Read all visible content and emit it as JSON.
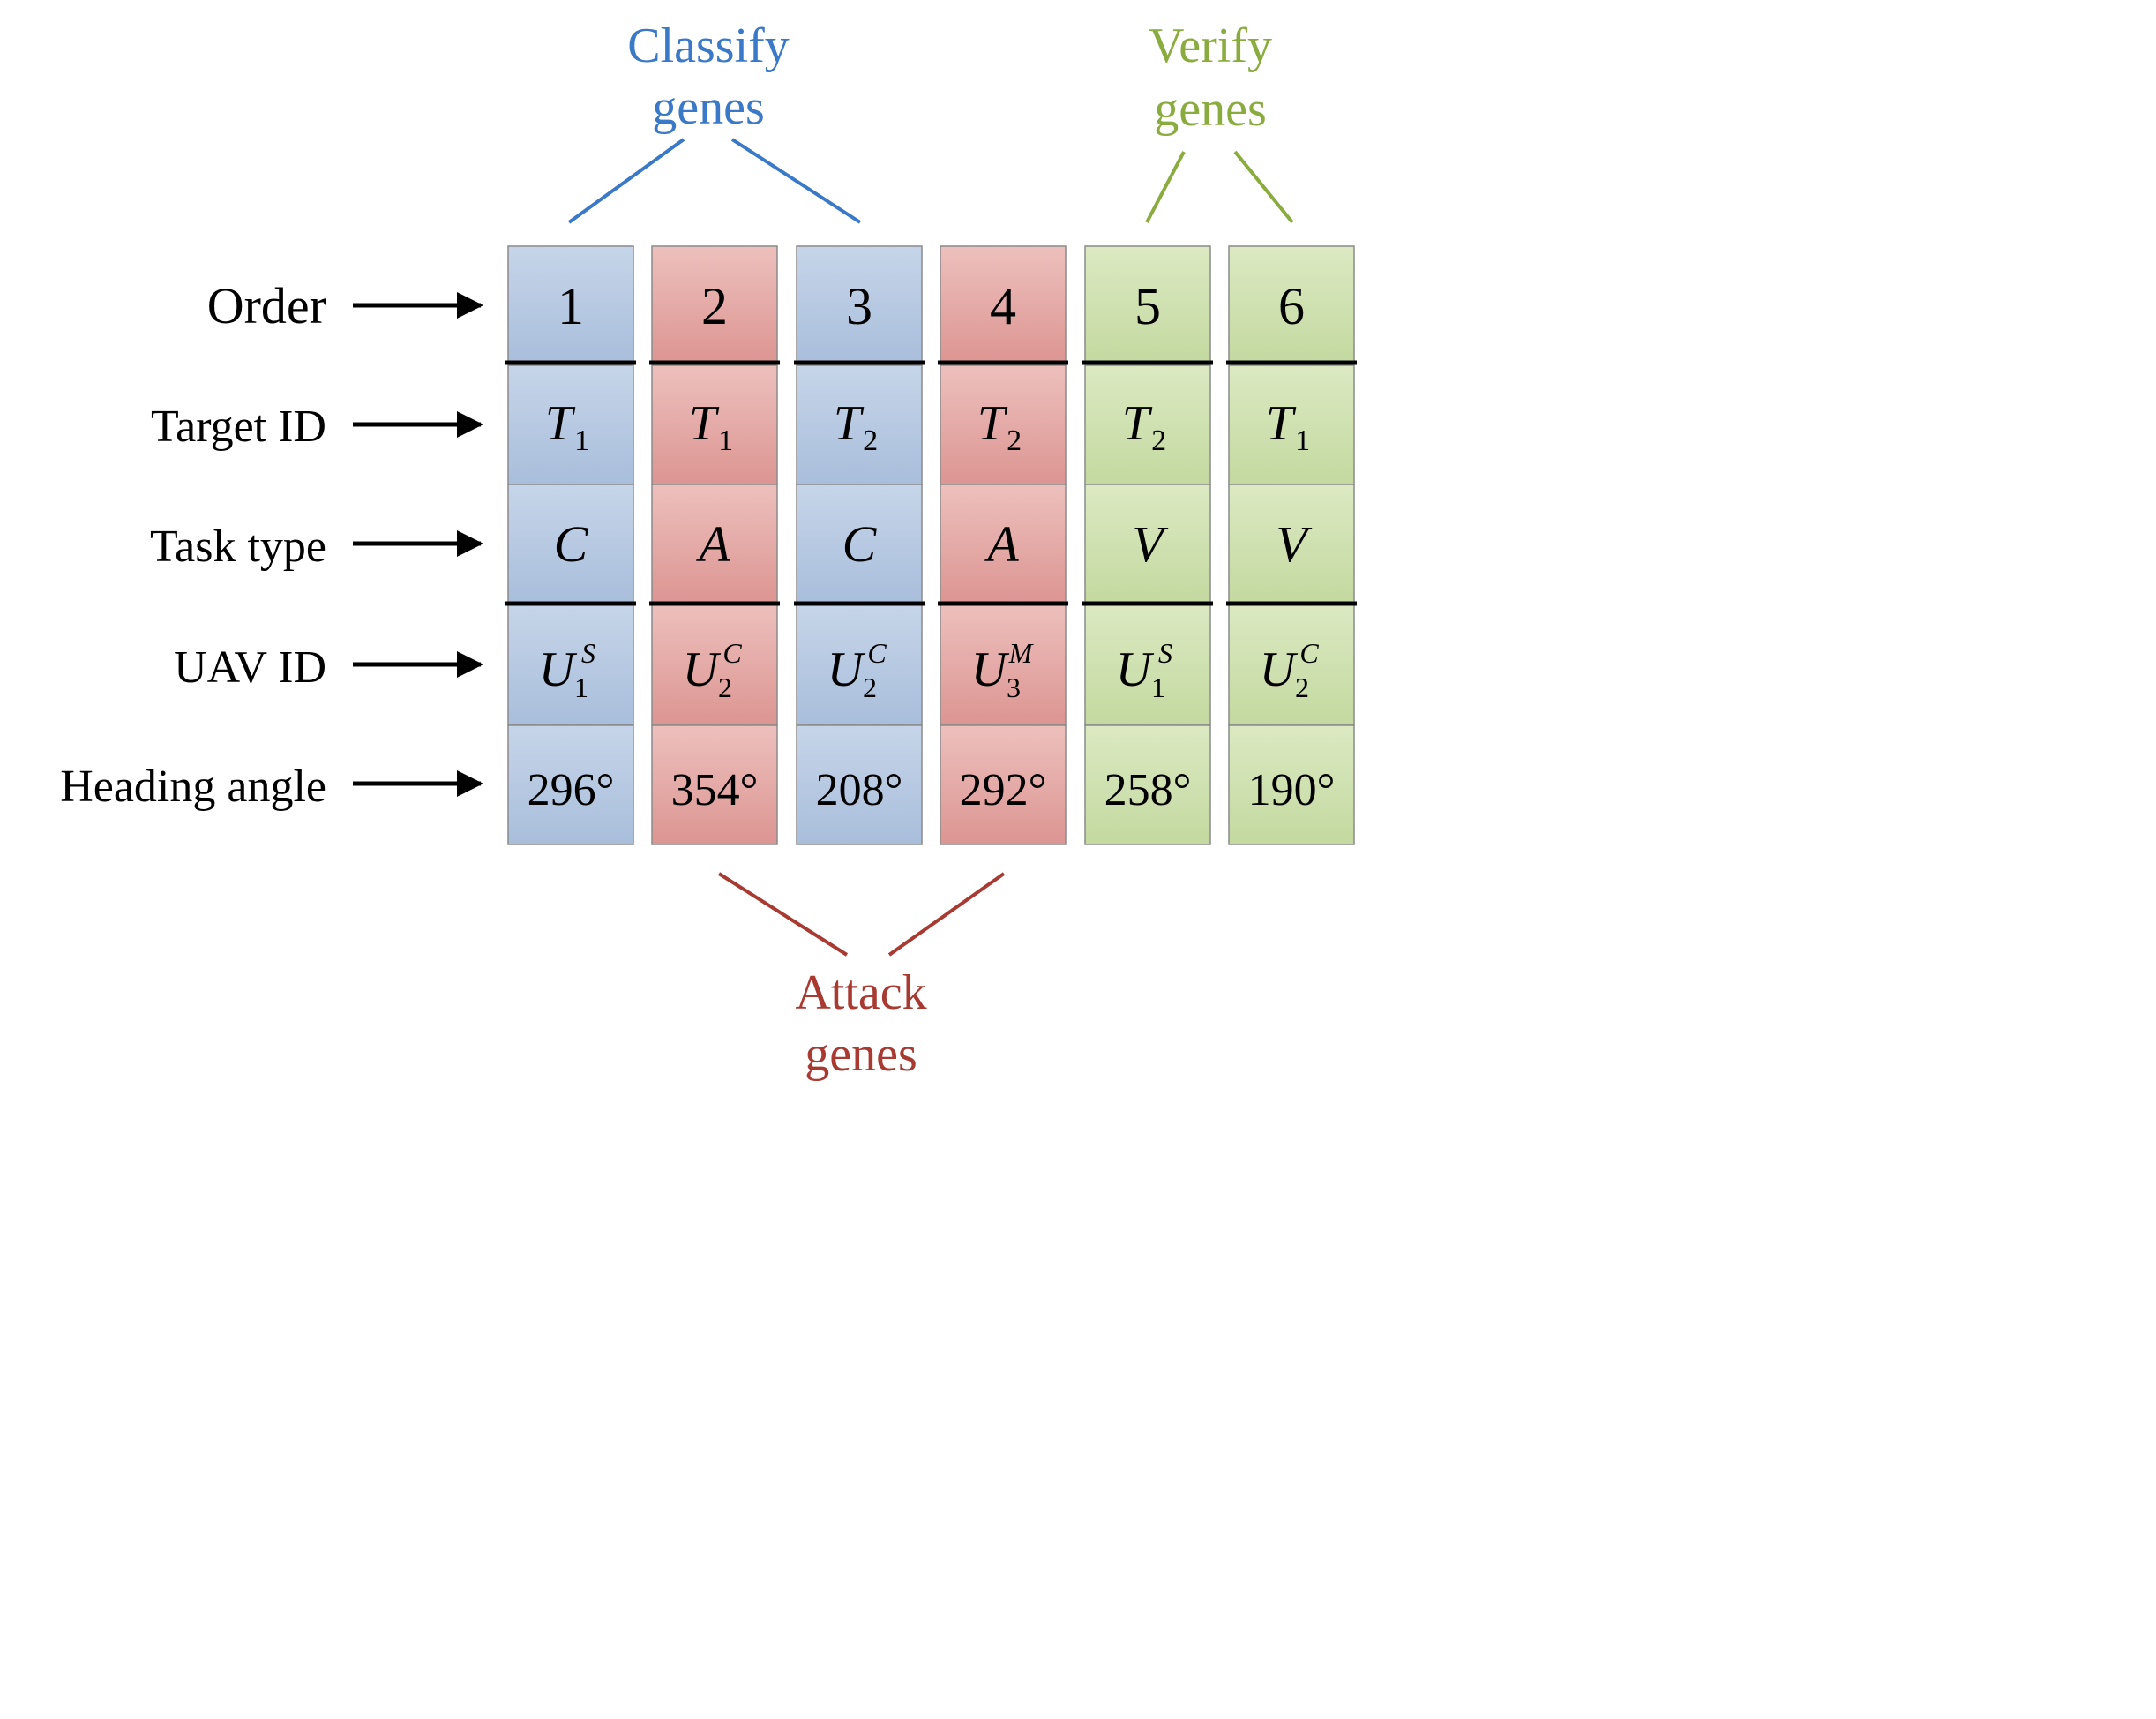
{
  "groups": {
    "classify": {
      "line1": "Classify",
      "line2": "genes",
      "color": "#3a78c8"
    },
    "verify": {
      "line1": "Verify",
      "line2": "genes",
      "color": "#8aac3e"
    },
    "attack": {
      "line1": "Attack",
      "line2": "genes",
      "color": "#a83a32"
    }
  },
  "rows": [
    {
      "label": "Order"
    },
    {
      "label": "Target ID"
    },
    {
      "label": "Task type"
    },
    {
      "label": "UAV ID"
    },
    {
      "label": "Heading angle"
    }
  ],
  "genes": [
    {
      "group": "classify",
      "order": "1",
      "target": {
        "base": "T",
        "sub": "1"
      },
      "task": "C",
      "uav": {
        "base": "U",
        "sub": "1",
        "sup": "S"
      },
      "heading": "296°"
    },
    {
      "group": "attack",
      "order": "2",
      "target": {
        "base": "T",
        "sub": "1"
      },
      "task": "A",
      "uav": {
        "base": "U",
        "sub": "2",
        "sup": "C"
      },
      "heading": "354°"
    },
    {
      "group": "classify",
      "order": "3",
      "target": {
        "base": "T",
        "sub": "2"
      },
      "task": "C",
      "uav": {
        "base": "U",
        "sub": "2",
        "sup": "C"
      },
      "heading": "208°"
    },
    {
      "group": "attack",
      "order": "4",
      "target": {
        "base": "T",
        "sub": "2"
      },
      "task": "A",
      "uav": {
        "base": "U",
        "sub": "3",
        "sup": "M"
      },
      "heading": "292°"
    },
    {
      "group": "verify",
      "order": "5",
      "target": {
        "base": "T",
        "sub": "2"
      },
      "task": "V",
      "uav": {
        "base": "U",
        "sub": "1",
        "sup": "S"
      },
      "heading": "258°"
    },
    {
      "group": "verify",
      "order": "6",
      "target": {
        "base": "T",
        "sub": "1"
      },
      "task": "V",
      "uav": {
        "base": "U",
        "sub": "2",
        "sup": "C"
      },
      "heading": "190°"
    }
  ],
  "palette": {
    "classify": {
      "light": "#c6d5e8",
      "dark": "#a9bedc"
    },
    "attack": {
      "light": "#edc0bd",
      "dark": "#dc9592"
    },
    "verify": {
      "light": "#dce9c2",
      "dark": "#c3d9a0"
    }
  }
}
